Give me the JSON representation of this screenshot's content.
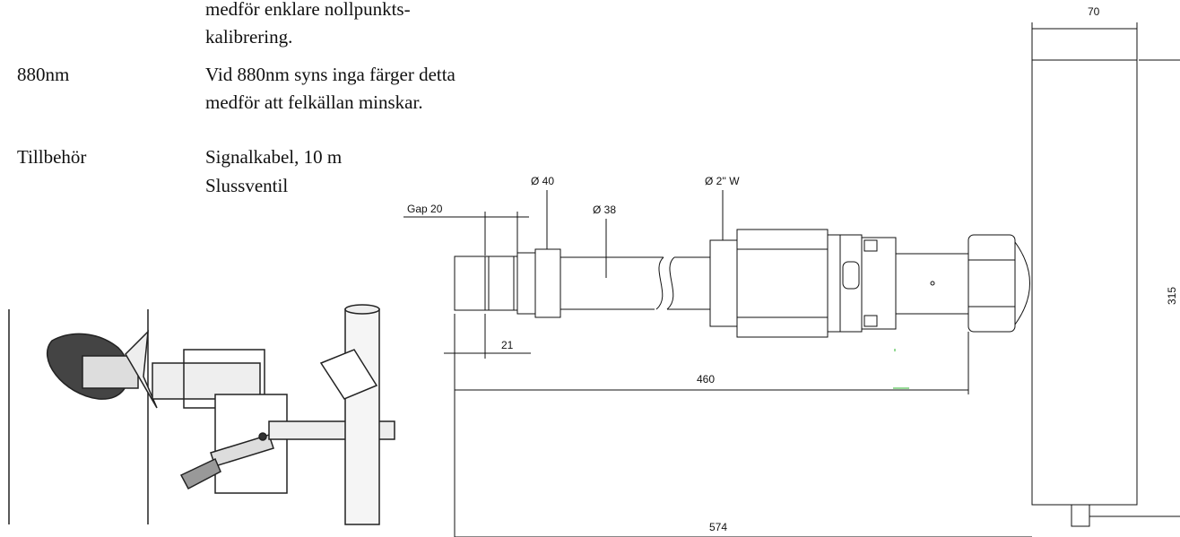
{
  "text_block": {
    "lines": [
      "medför enklare nollpunkts-",
      "kalibrering.",
      "Vid 880nm syns inga färger detta",
      "medför att felkällan minskar."
    ],
    "label_880": "880nm",
    "accessories_label": "Tillbehör",
    "accessories_items": [
      "Signalkabel, 10 m",
      "Slussventil"
    ]
  },
  "drawing": {
    "gap_label": "Gap 20",
    "diam_40": "Ø 40",
    "diam_38": "Ø 38",
    "diam_2w": "Ø 2'' W",
    "dim_21": "21",
    "dim_460": "460",
    "dim_574": "574",
    "dim_70": "70",
    "dim_315": "315"
  }
}
